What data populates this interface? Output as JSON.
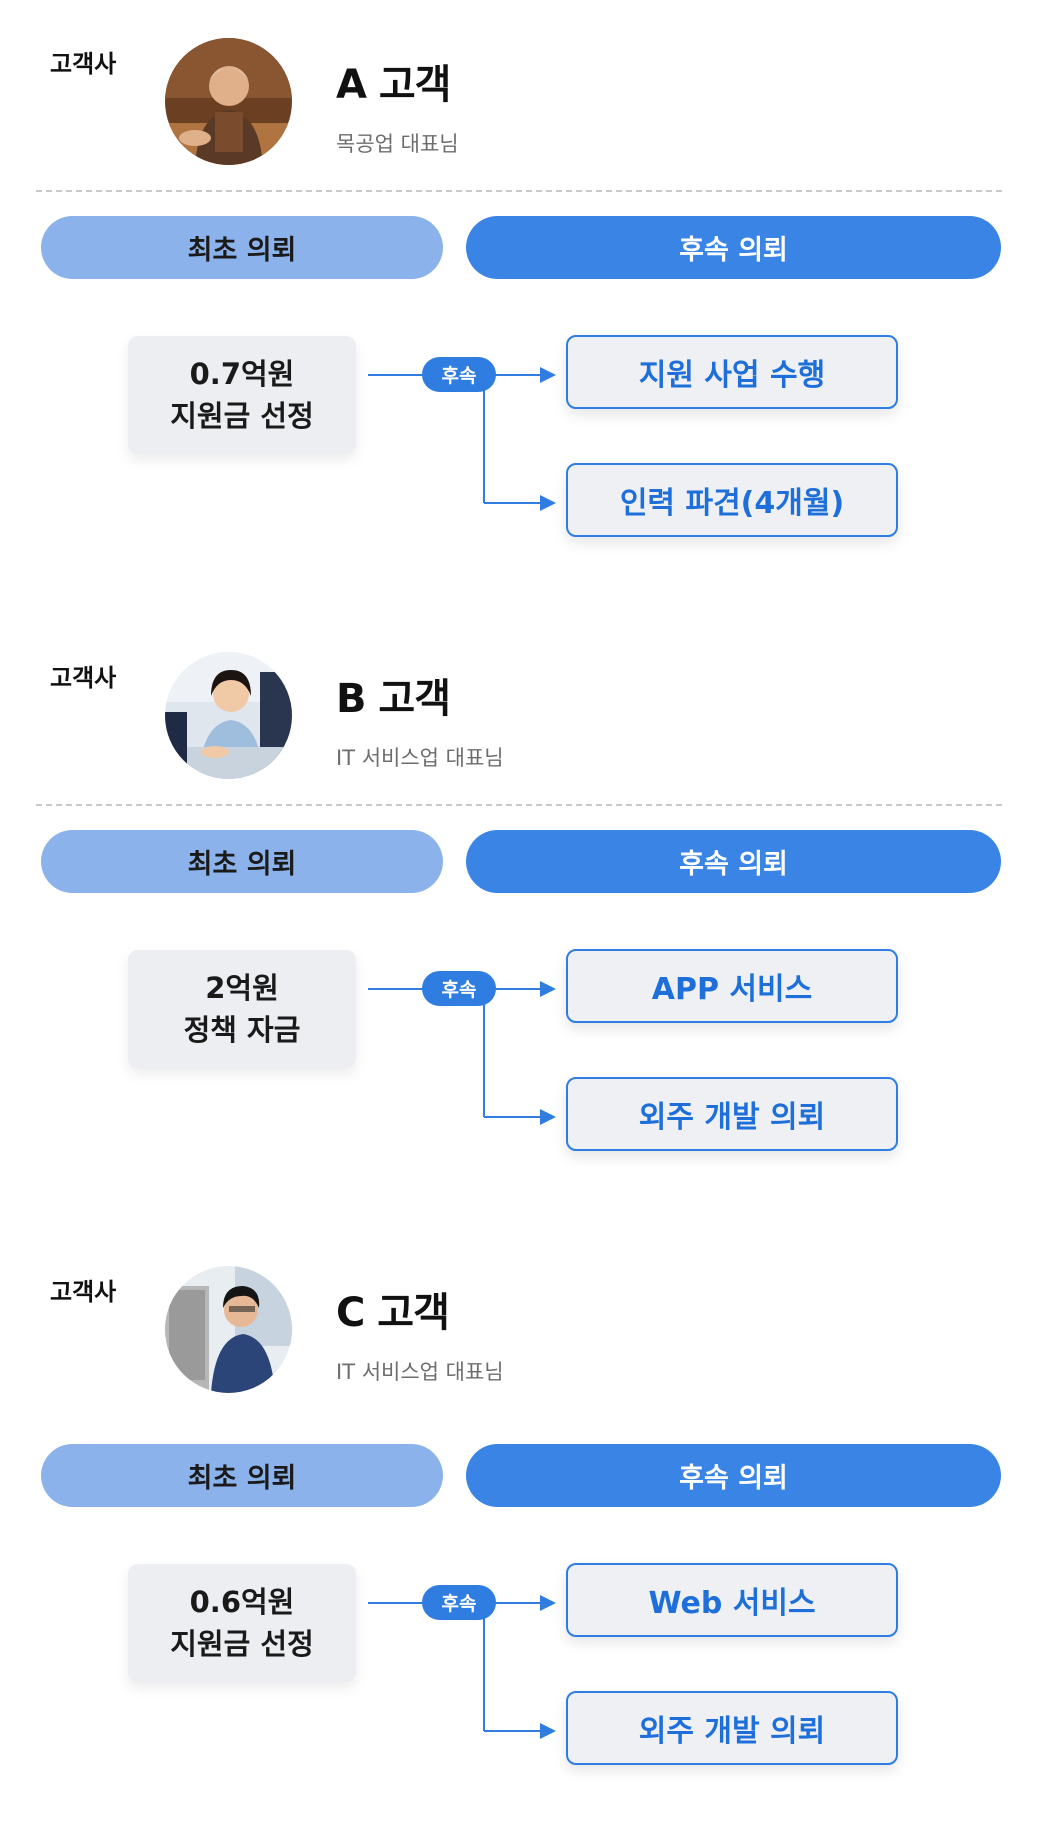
{
  "customers": [
    {
      "company_label": "고객사",
      "name": "A 고객",
      "role": "목공업 대표님",
      "avatar_icon": "woodworker-portrait",
      "initial_label": "최초 의뢰",
      "follow_label": "후속 의뢰",
      "amount_line1": "0.7억원",
      "amount_line2": "지원금 선정",
      "badge": "후속",
      "targets": [
        "지원 사업 수행",
        "인력 파견(4개월)"
      ]
    },
    {
      "company_label": "고객사",
      "name": "B 고객",
      "role": "IT 서비스업 대표님",
      "avatar_icon": "businesswoman-portrait",
      "initial_label": "최초 의뢰",
      "follow_label": "후속 의뢰",
      "amount_line1": "2억원",
      "amount_line2": "정책 자금",
      "badge": "후속",
      "targets": [
        "APP 서비스",
        "외주 개발 의뢰"
      ]
    },
    {
      "company_label": "고객사",
      "name": "C 고객",
      "role": "IT 서비스업 대표님",
      "avatar_icon": "developer-portrait",
      "initial_label": "최초 의뢰",
      "follow_label": "후속 의뢰",
      "amount_line1": "0.6억원",
      "amount_line2": "지원금 선정",
      "badge": "후속",
      "targets": [
        "Web 서비스",
        "외주 개발 의뢰"
      ]
    }
  ],
  "colors": {
    "initial_pill": "#8bb2ea",
    "follow_pill": "#3a84e6",
    "accent": "#2f7de0",
    "target_text": "#1e6fd9"
  }
}
